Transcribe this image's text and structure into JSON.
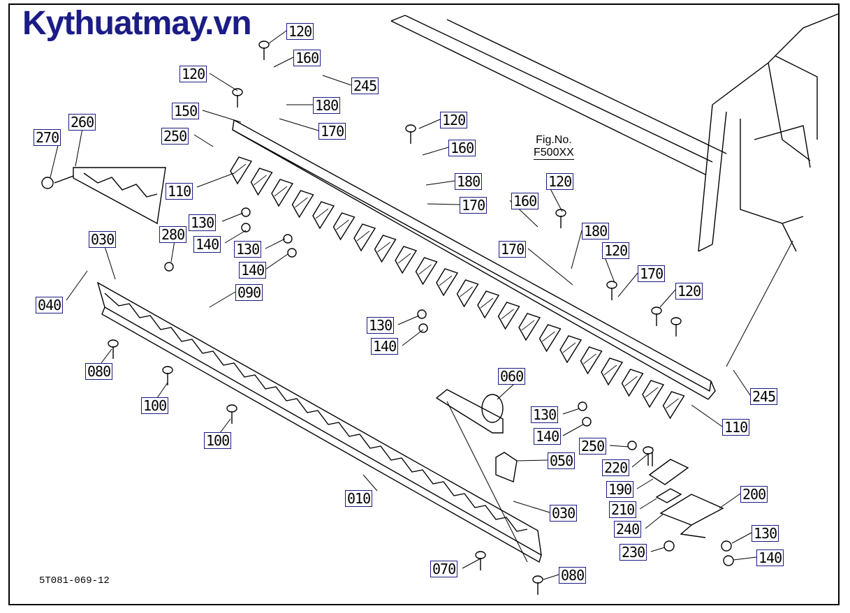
{
  "watermark": "Kythuatmay.vn",
  "figure": {
    "label": "Fig.No.",
    "code": "F500XX"
  },
  "drawing_code": "5T081-069-12",
  "callouts": [
    {
      "id": "c1",
      "text": "120"
    },
    {
      "id": "c2",
      "text": "160"
    },
    {
      "id": "c3",
      "text": "120"
    },
    {
      "id": "c4",
      "text": "245"
    },
    {
      "id": "c5",
      "text": "180"
    },
    {
      "id": "c6",
      "text": "150"
    },
    {
      "id": "c7",
      "text": "170"
    },
    {
      "id": "c8",
      "text": "260"
    },
    {
      "id": "c9",
      "text": "270"
    },
    {
      "id": "c10",
      "text": "250"
    },
    {
      "id": "c11",
      "text": "120"
    },
    {
      "id": "c12",
      "text": "160"
    },
    {
      "id": "c13",
      "text": "110"
    },
    {
      "id": "c14",
      "text": "180"
    },
    {
      "id": "c15",
      "text": "170"
    },
    {
      "id": "c16",
      "text": "130"
    },
    {
      "id": "c17",
      "text": "140"
    },
    {
      "id": "c18",
      "text": "160"
    },
    {
      "id": "c19",
      "text": "120"
    },
    {
      "id": "c20",
      "text": "030"
    },
    {
      "id": "c21",
      "text": "280"
    },
    {
      "id": "c22",
      "text": "130"
    },
    {
      "id": "c23",
      "text": "180"
    },
    {
      "id": "c24",
      "text": "170"
    },
    {
      "id": "c25",
      "text": "120"
    },
    {
      "id": "c26",
      "text": "140"
    },
    {
      "id": "c27",
      "text": "170"
    },
    {
      "id": "c28",
      "text": "120"
    },
    {
      "id": "c29",
      "text": "040"
    },
    {
      "id": "c30",
      "text": "090"
    },
    {
      "id": "c31",
      "text": "130"
    },
    {
      "id": "c32",
      "text": "140"
    },
    {
      "id": "c33",
      "text": "080"
    },
    {
      "id": "c34",
      "text": "060"
    },
    {
      "id": "c35",
      "text": "245"
    },
    {
      "id": "c36",
      "text": "100"
    },
    {
      "id": "c37",
      "text": "130"
    },
    {
      "id": "c38",
      "text": "110"
    },
    {
      "id": "c39",
      "text": "100"
    },
    {
      "id": "c40",
      "text": "140"
    },
    {
      "id": "c41",
      "text": "250"
    },
    {
      "id": "c42",
      "text": "050"
    },
    {
      "id": "c43",
      "text": "220"
    },
    {
      "id": "c44",
      "text": "190"
    },
    {
      "id": "c45",
      "text": "010"
    },
    {
      "id": "c46",
      "text": "200"
    },
    {
      "id": "c47",
      "text": "210"
    },
    {
      "id": "c48",
      "text": "030"
    },
    {
      "id": "c49",
      "text": "240"
    },
    {
      "id": "c50",
      "text": "130"
    },
    {
      "id": "c51",
      "text": "230"
    },
    {
      "id": "c52",
      "text": "140"
    },
    {
      "id": "c53",
      "text": "070"
    },
    {
      "id": "c54",
      "text": "080"
    }
  ]
}
